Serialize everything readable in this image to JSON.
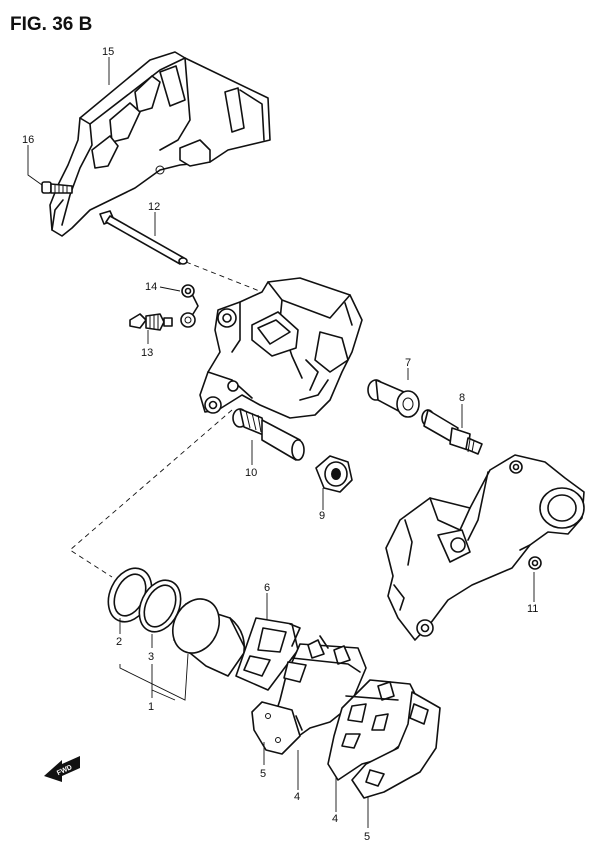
{
  "figure": {
    "title": "FIG. 36 B"
  },
  "parts": [
    {
      "id": "1",
      "label": "1"
    },
    {
      "id": "2",
      "label": "2"
    },
    {
      "id": "3",
      "label": "3"
    },
    {
      "id": "4a",
      "label": "4"
    },
    {
      "id": "4b",
      "label": "4"
    },
    {
      "id": "5a",
      "label": "5"
    },
    {
      "id": "5b",
      "label": "5"
    },
    {
      "id": "6",
      "label": "6"
    },
    {
      "id": "7",
      "label": "7"
    },
    {
      "id": "8",
      "label": "8"
    },
    {
      "id": "9",
      "label": "9"
    },
    {
      "id": "10",
      "label": "10"
    },
    {
      "id": "11",
      "label": "11"
    },
    {
      "id": "12",
      "label": "12"
    },
    {
      "id": "13",
      "label": "13"
    },
    {
      "id": "14",
      "label": "14"
    },
    {
      "id": "15",
      "label": "15"
    },
    {
      "id": "16",
      "label": "16"
    }
  ],
  "direction_marker": {
    "label": "FWD",
    "icon": "forward-arrow-icon"
  },
  "colors": {
    "ink": "#111111",
    "paper": "#ffffff"
  }
}
